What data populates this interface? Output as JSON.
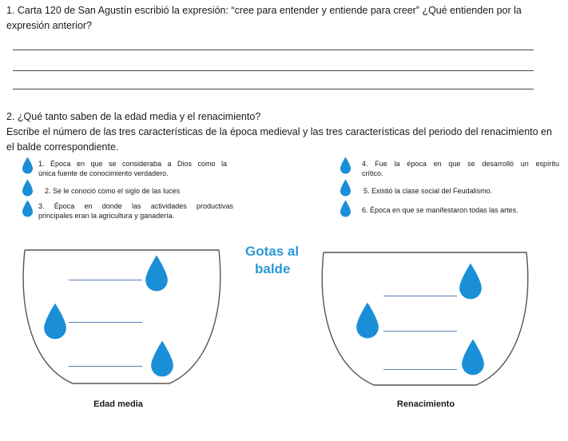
{
  "question1": {
    "text": "1. Carta 120 de San Agustín escribió la expresión: “cree para entender y entiende para creer” ¿Qué entienden por la expresión anterior?"
  },
  "question2": {
    "line1": "2. ¿Qué tanto saben de la edad media y el renacimiento?",
    "line2": "Escribe el número de las tres características de la época medieval y las tres características del periodo del renacimiento en el balde correspondiente."
  },
  "characteristics": [
    {
      "line1": "1. Época en que se consideraba a Dios como la",
      "line2": "única fuente de conocimiento verdadero."
    },
    {
      "line1": "2. Se le conoció como el siglo de las luces",
      "line2": ""
    },
    {
      "line1": "3. Época en donde las actividades productivas",
      "line2": "principales eran la agricultura y ganadería."
    },
    {
      "line1": "4. Fue la época en que se desarrolló un espíritu",
      "line2": "crítico."
    },
    {
      "line1": "5. Existió la clase social del Feudalismo.",
      "line2": ""
    },
    {
      "line1": "6. Época en que se manifestaron todas las artes.",
      "line2": ""
    }
  ],
  "activity_title": {
    "line1": "Gotas al",
    "line2": "balde"
  },
  "buckets": [
    {
      "label": "Edad media"
    },
    {
      "label": "Renacimiento"
    }
  ],
  "colors": {
    "drop": "#1a8fd8",
    "title": "#2d98d6",
    "blank_line": "#5a80b4"
  },
  "icons": {
    "drop": "water-drop-icon"
  }
}
